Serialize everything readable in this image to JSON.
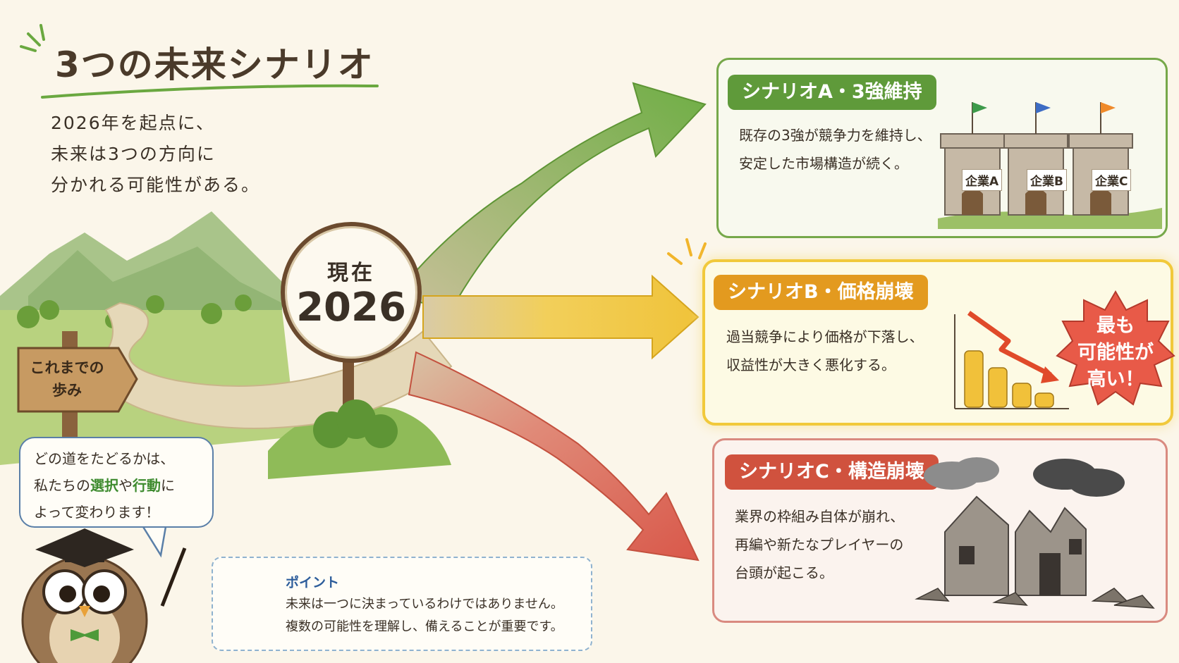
{
  "title": "3つの未来シナリオ",
  "intro": {
    "line1": "2026年を起点に、",
    "line2": "未来は3つの方向に",
    "line3": "分かれる可能性がある。"
  },
  "sign": {
    "label": "現在",
    "year": "2026"
  },
  "past_sign": {
    "line1": "これまでの",
    "line2": "歩み"
  },
  "bubble": {
    "line1": "どの道をたどるかは、",
    "line2_pre": "私たちの",
    "line2_choice": "選択",
    "line2_mid": "や",
    "line2_action": "行動",
    "line2_post": "に",
    "line3": "よって変わります！"
  },
  "point": {
    "title": "ポイント",
    "line1": "未来は一つに決まっているわけではありません。",
    "line2": "複数の可能性を理解し、備えることが重要です。"
  },
  "scenarios": [
    {
      "title": "シナリオA・3強維持",
      "line1": "既存の3強が競争力を維持し、",
      "line2": "安定した市場構造が続く。",
      "companies": [
        "企業A",
        "企業B",
        "企業C"
      ],
      "color": "#5f9a3a"
    },
    {
      "title": "シナリオB・価格崩壊",
      "line1": "過当競争により価格が下落し、",
      "line2": "収益性が大きく悪化する。",
      "badge": {
        "line1": "最も",
        "line2": "可能性が",
        "line3": "高い！"
      },
      "color": "#e39a1f"
    },
    {
      "title": "シナリオC・構造崩壊",
      "line1": "業界の枠組み自体が崩れ、",
      "line2": "再編や新たなプレイヤーの",
      "line3": "台頭が起こる。",
      "color": "#d0523e"
    }
  ]
}
